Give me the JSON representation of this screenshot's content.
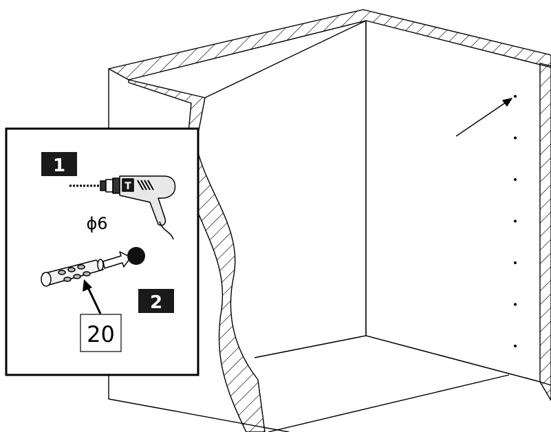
{
  "steps": {
    "step1": {
      "label": "1"
    },
    "step2": {
      "label": "2"
    }
  },
  "drill": {
    "bit_diameter": "ϕ6"
  },
  "part": {
    "number": "20"
  },
  "holes": {
    "count": 7
  },
  "icons": {
    "drill": "drill-icon",
    "plug": "wall-plug-icon",
    "hole": "drill-hole-icon",
    "arrow": "arrow-icon"
  },
  "colors": {
    "line": "#000000",
    "badge": "#1a1a1a",
    "badge_text": "#ffffff",
    "panel_bg": "#ffffff"
  }
}
